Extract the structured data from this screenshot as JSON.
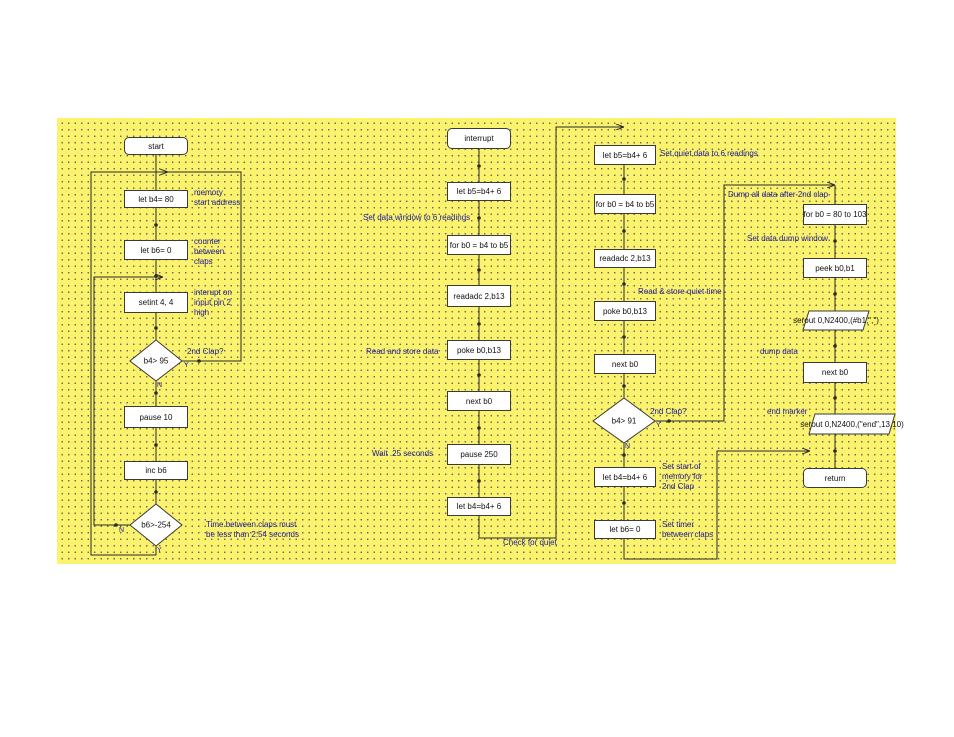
{
  "nodes": {
    "start": "start",
    "let_b4_80": "let b4= 80",
    "let_b6_0": "let b6= 0",
    "setint": "setint  4, 4",
    "b4_95": "b4> 95",
    "pause10": "pause 10",
    "inc_b6": "inc b6",
    "b6_254": "b6>-254",
    "interrupt": "interrupt",
    "let_b5_b4_6": "let b5=b4+ 6",
    "for_b0_b4_b5": "for b0 = b4 to b5",
    "readadc_b13": "readadc  2,b13",
    "poke_b0_b13": "poke b0,b13",
    "next_b0": "next b0",
    "pause250": "pause 250",
    "let_b4_b4_6": "let b4=b4+ 6",
    "c3_let_b5": "let b5=b4+ 6",
    "c3_for": "for b0 = b4 to b5",
    "c3_readadc": "readadc  2,b13",
    "c3_poke": "poke b0,b13",
    "c3_next": "next b0",
    "b4_91": "b4> 91",
    "c3_let_b4": "let b4=b4+ 6",
    "c3_let_b6": "let b6= 0",
    "for_b0_80_103": "for b0 = 80 to 103",
    "peek": "peek b0,b1",
    "serout1": "serout 0,N2400,(#b1,\",\")",
    "c4_next": "next b0",
    "serout2": "serout 0,N2400,(\"end\",13,10)",
    "return": "return"
  },
  "notes": {
    "memory": [
      "memory",
      "start address"
    ],
    "counter": [
      "counter",
      "between",
      "claps"
    ],
    "interrupt_on": [
      "interupt on",
      "input pin 2",
      "high"
    ],
    "second_clap_1": "2nd Clap?",
    "time_between": [
      "Time between claps must",
      "be less than 2.54 seconds"
    ],
    "data_window": "Set data window to 6 readings",
    "read_store": "Read and store data",
    "wait": "Wait .25 seconds",
    "check_quiet": "Check for quiet",
    "quiet_data": "Set quiet data to 6 readings",
    "read_quiet": "Read & store quiet time",
    "second_clap_2": "2nd Clap?",
    "set_start": [
      "Set start of",
      "memory for",
      "2nd Clap"
    ],
    "set_timer": [
      "Set timer",
      "between claps"
    ],
    "dump_all": "Dump all data after 2nd clap",
    "dump_window": "Set data dump window",
    "dump_data": "dump data",
    "end_marker": "end marker"
  },
  "yn": {
    "Y": "Y",
    "N": "N"
  },
  "colors": {
    "background": "#fbf26d",
    "line": "#2a2a2a",
    "note": "#1a1a9a"
  }
}
